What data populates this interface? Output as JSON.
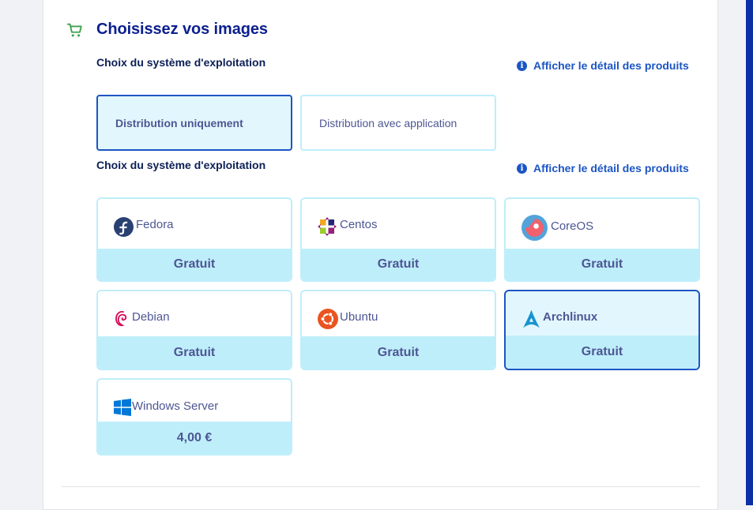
{
  "header": {
    "title": "Choisissez vos images"
  },
  "colors": {
    "accent": "#0b1f8f",
    "link": "#1c55c4",
    "cart": "#3aa34a",
    "card_border": "#bfeefb",
    "card_price_bg": "#bfeefb"
  },
  "sections": [
    {
      "label": "Choix du système d'exploitation",
      "link": "Afficher le détail des produits"
    },
    {
      "label": "Choix du système d'exploitation",
      "link": "Afficher le détail des produits"
    }
  ],
  "distribution": {
    "options": [
      {
        "label": "Distribution uniquement",
        "selected": true
      },
      {
        "label": "Distribution avec application",
        "selected": false
      }
    ]
  },
  "os_options": [
    {
      "name": "Fedora",
      "price": "Gratuit",
      "icon": "fedora-logo-icon",
      "selected": false
    },
    {
      "name": "Centos",
      "price": "Gratuit",
      "icon": "centos-logo-icon",
      "selected": false
    },
    {
      "name": "CoreOS",
      "price": "Gratuit",
      "icon": "coreos-logo-icon",
      "selected": false
    },
    {
      "name": "Debian",
      "price": "Gratuit",
      "icon": "debian-logo-icon",
      "selected": false
    },
    {
      "name": "Ubuntu",
      "price": "Gratuit",
      "icon": "ubuntu-logo-icon",
      "selected": false
    },
    {
      "name": "Archlinux",
      "price": "Gratuit",
      "icon": "archlinux-logo-icon",
      "selected": true
    },
    {
      "name": "Windows Server",
      "price": "4,00 €",
      "icon": "windows-logo-icon",
      "selected": false
    }
  ]
}
